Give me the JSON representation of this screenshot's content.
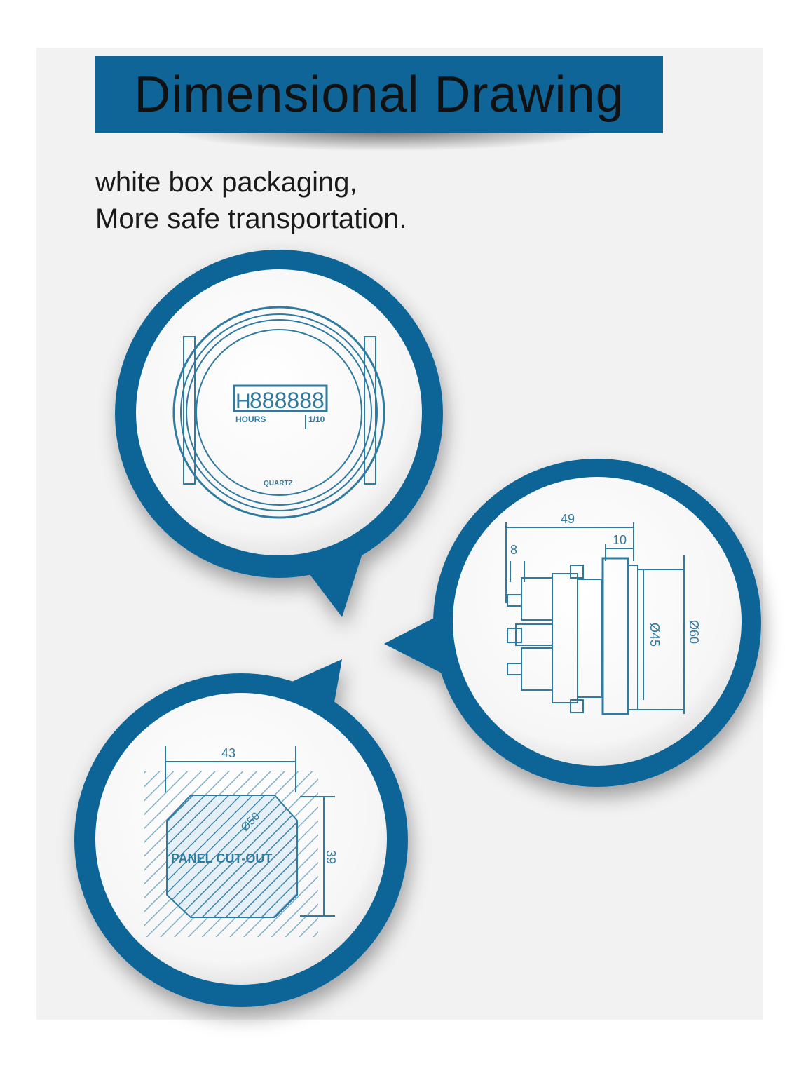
{
  "banner": {
    "title": "Dimensional Drawing"
  },
  "subtitle": {
    "line1": "white box packaging,",
    "line2": "More safe transportation."
  },
  "colors": {
    "brand_blue": "#0f6597",
    "drawing_blue": "#2f7a9e",
    "background": "#f2f2f2"
  },
  "front_view": {
    "display_digits": "888888",
    "display_prefix": "H",
    "hours_label": "HOURS",
    "tenths_label": "1/10",
    "brand_label": "QUARTZ"
  },
  "side_view": {
    "dim_length": "49",
    "dim_front": "10",
    "dim_terminal": "8",
    "dim_diameter_inner": "Ø45",
    "dim_diameter_outer": "Ø60"
  },
  "cutout_view": {
    "dim_width": "43",
    "dim_height": "39",
    "dim_diameter": "Ø50",
    "label": "PANEL CUT-OUT"
  }
}
